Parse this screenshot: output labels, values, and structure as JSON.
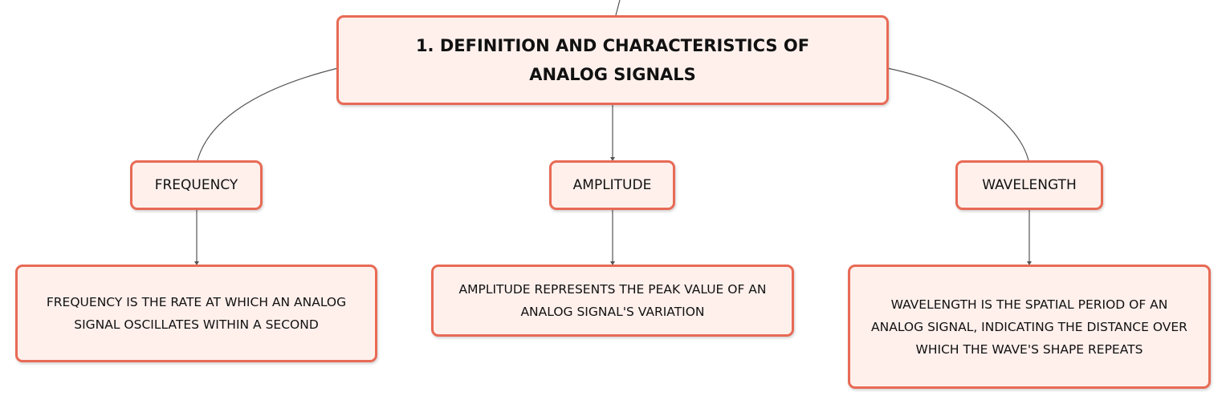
{
  "root": {
    "label": "1. DEFINITION AND CHARACTERISTICS OF ANALOG SIGNALS"
  },
  "topics": [
    {
      "label": "FREQUENCY",
      "detail": "FREQUENCY IS THE RATE AT WHICH AN ANALOG SIGNAL OSCILLATES WITHIN A SECOND"
    },
    {
      "label": "AMPLITUDE",
      "detail": "AMPLITUDE REPRESENTS THE PEAK VALUE OF AN ANALOG SIGNAL'S VARIATION"
    },
    {
      "label": "WAVELENGTH",
      "detail": "WAVELENGTH IS THE SPATIAL PERIOD OF AN ANALOG SIGNAL, INDICATING THE DISTANCE OVER WHICH THE WAVE'S SHAPE REPEATS"
    }
  ],
  "colors": {
    "node_fill": "#fff0ec",
    "node_border": "#e86a55",
    "connector": "#555555"
  }
}
